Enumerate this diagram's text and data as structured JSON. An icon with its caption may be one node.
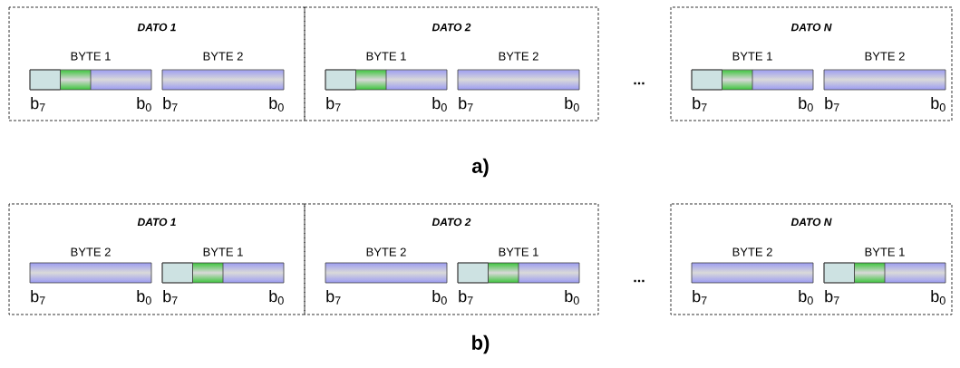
{
  "diagram": {
    "nodes": [
      {
        "text": [
          "DATO 1"
        ]
      },
      {
        "text": [
          "BYTE 1"
        ],
        "in": 0,
        "beside": [
          "b$_{7}$",
          "b$_{0}$"
        ]
      },
      {
        "text": [
          "BYTE 2"
        ],
        "in": 0,
        "beside": [
          "b$_{7}$",
          "b$_{0}$"
        ]
      },
      {
        "text": [
          "DATO 2"
        ]
      },
      {
        "text": [
          "BYTE 1"
        ],
        "in": 3,
        "beside": [
          "b$_{7}$",
          "b$_{0}$"
        ]
      },
      {
        "text": [
          "BYTE 2"
        ],
        "in": 3,
        "beside": [
          "b$_{7}$",
          "b$_{0}$"
        ]
      },
      {
        "text": [
          "DATO N"
        ]
      },
      {
        "text": [
          "BYTE 1"
        ],
        "in": 6,
        "beside": [
          "b$_{7}$",
          "b$_{0}$"
        ]
      },
      {
        "text": [
          "BYTE 2"
        ],
        "in": 6,
        "beside": [
          "b$_{7}$",
          "b$_{0}$"
        ]
      },
      {
        "text": [
          "DATO 1"
        ]
      },
      {
        "text": [
          "BYTE 2"
        ],
        "in": 9,
        "beside": [
          "b$_{7}$",
          "b$_{0}$"
        ]
      },
      {
        "text": [
          "BYTE 1"
        ],
        "in": 9,
        "beside": [
          "b$_{7}$",
          "b$_{0}$"
        ]
      },
      {
        "text": [
          "DATO 2"
        ]
      },
      {
        "text": [
          "BYTE 2"
        ],
        "in": 12,
        "beside": [
          "b$_{7}$",
          "b$_{0}$"
        ]
      },
      {
        "text": [
          "BYTE 1"
        ],
        "in": 12,
        "beside": [
          "b$_{7}$",
          "b$_{0}$"
        ]
      },
      {
        "text": [
          "DATO N"
        ]
      },
      {
        "text": [
          "BYTE 2"
        ],
        "in": 15,
        "beside": [
          "b$_{7}$",
          "b$_{0}$"
        ]
      },
      {
        "text": [
          "BYTE 1"
        ],
        "in": 15,
        "beside": [
          "b$_{7}$",
          "b$_{0}$"
        ]
      }
    ],
    "labels": [
      "...",
      "a)",
      "...",
      "b)"
    ]
  }
}
